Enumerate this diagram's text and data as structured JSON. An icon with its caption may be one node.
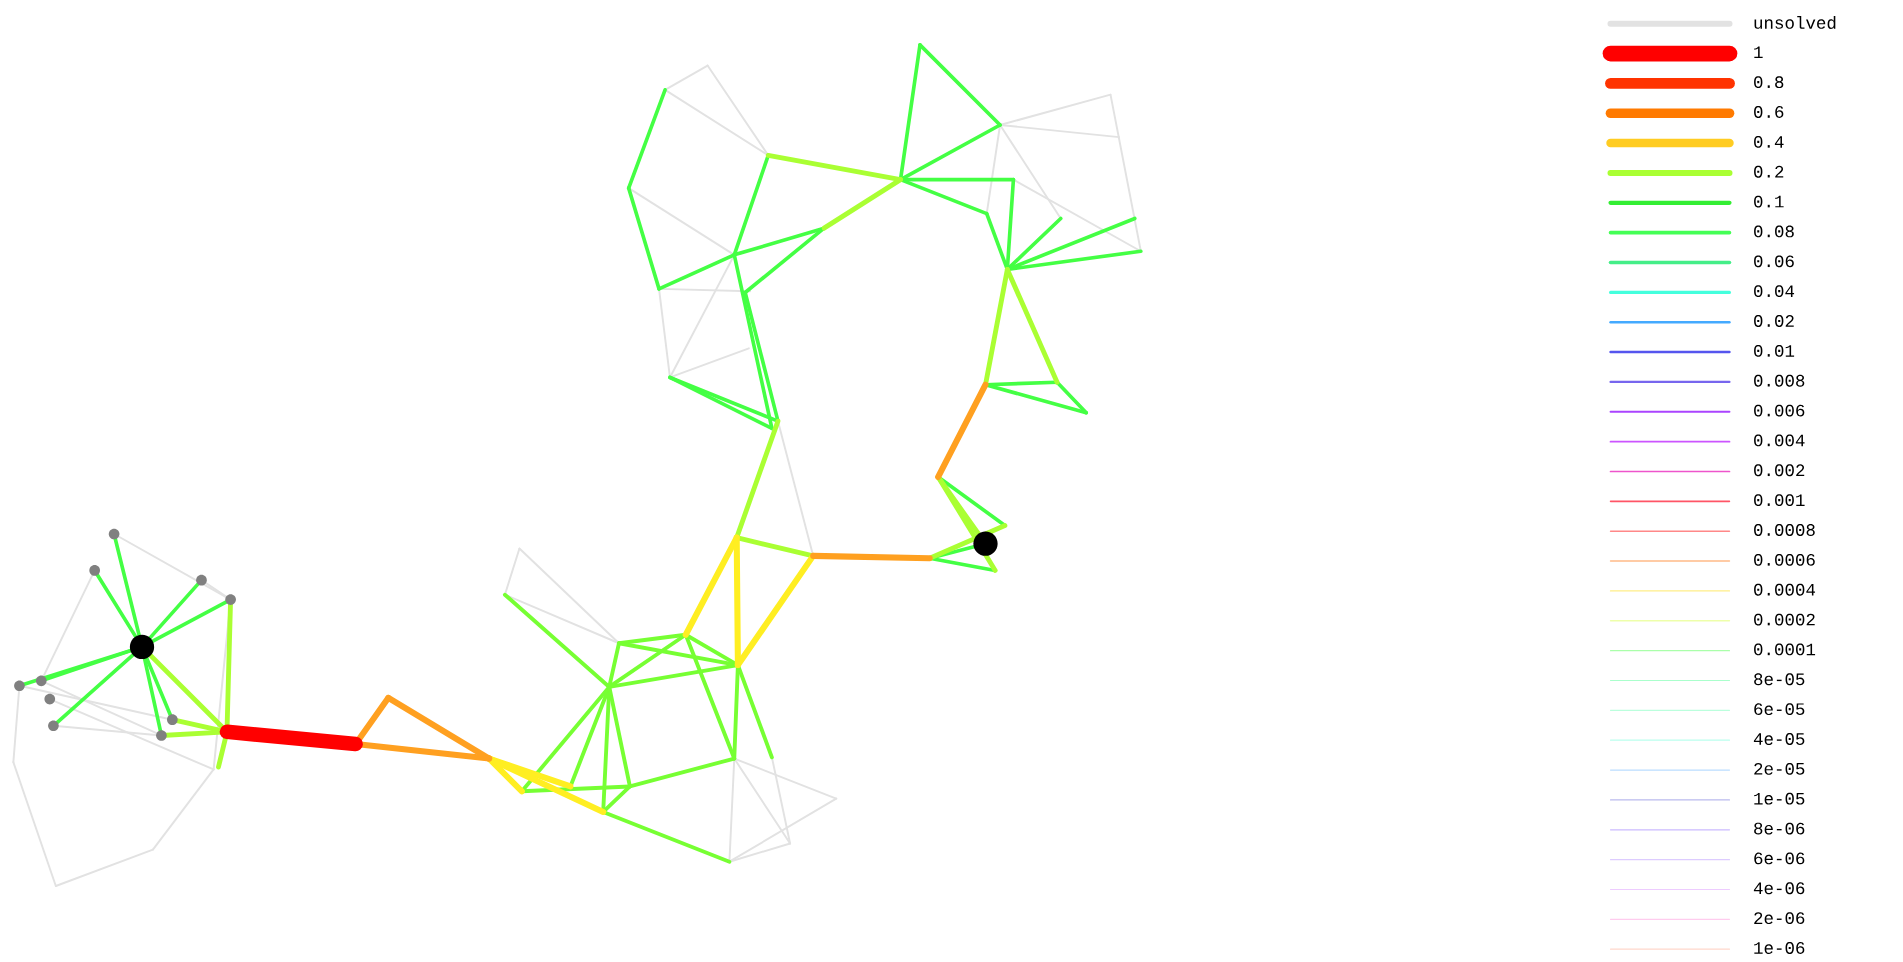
{
  "diagram": {
    "legend": [
      {
        "text": "unsolved"
      },
      {
        "text": "1"
      },
      {
        "text": "0.8"
      },
      {
        "text": "0.6"
      },
      {
        "text": "0.4"
      },
      {
        "text": "0.2"
      },
      {
        "text": "0.1"
      },
      {
        "text": "0.08"
      },
      {
        "text": "0.06"
      },
      {
        "text": "0.04"
      },
      {
        "text": "0.02"
      },
      {
        "text": "0.01"
      },
      {
        "text": "0.008"
      },
      {
        "text": "0.006"
      },
      {
        "text": "0.004"
      },
      {
        "text": "0.002"
      },
      {
        "text": "0.001"
      },
      {
        "text": "0.0008"
      },
      {
        "text": "0.0006"
      },
      {
        "text": "0.0004"
      },
      {
        "text": "0.0002"
      },
      {
        "text": "0.0001"
      },
      {
        "text": "8e-05"
      },
      {
        "text": "6e-05"
      },
      {
        "text": "4e-05"
      },
      {
        "text": "2e-05"
      },
      {
        "text": "1e-05"
      },
      {
        "text": "8e-06"
      },
      {
        "text": "6e-06"
      },
      {
        "text": "4e-06"
      },
      {
        "text": "2e-06"
      },
      {
        "text": "1e-06"
      }
    ]
  }
}
